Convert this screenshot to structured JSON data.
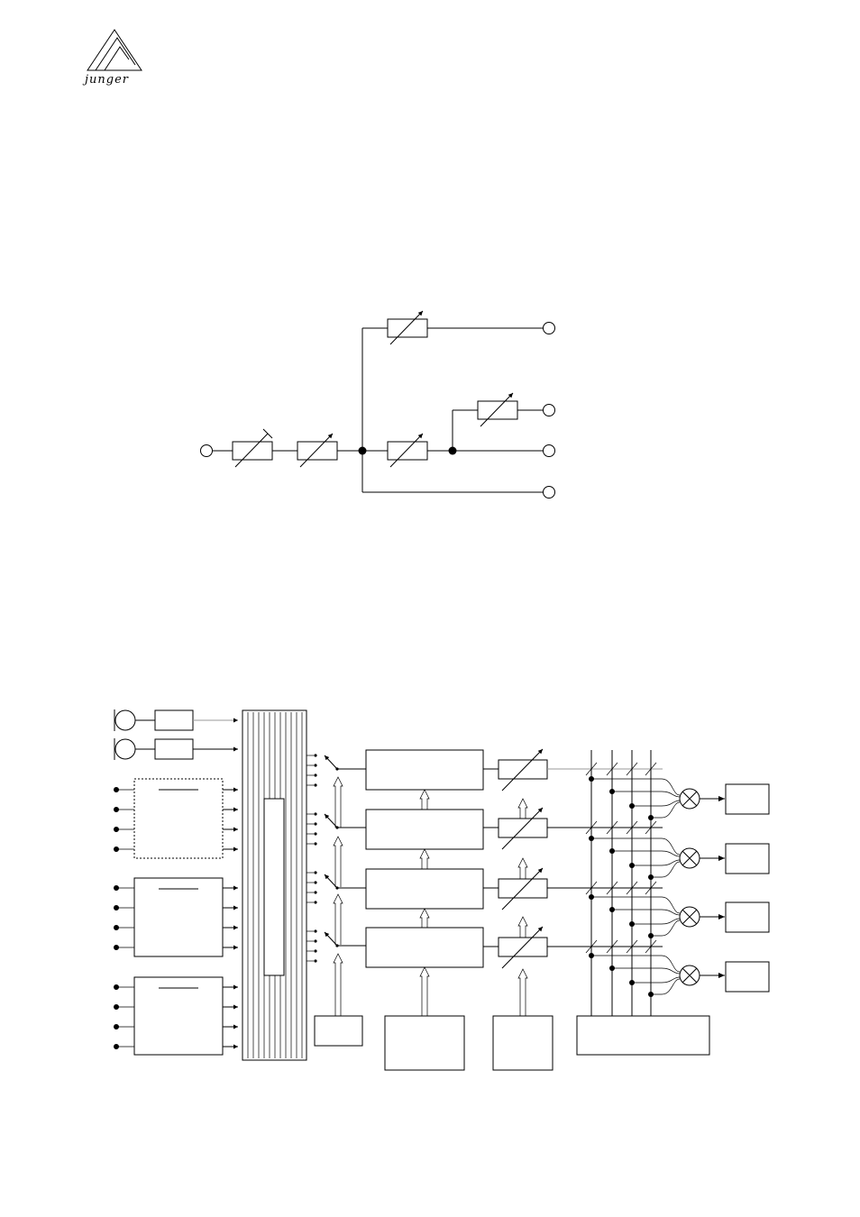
{
  "logo": {
    "text": "junger"
  },
  "diagrams": [
    {
      "name": "signal-path-diagram"
    },
    {
      "name": "system-block-diagram"
    }
  ]
}
